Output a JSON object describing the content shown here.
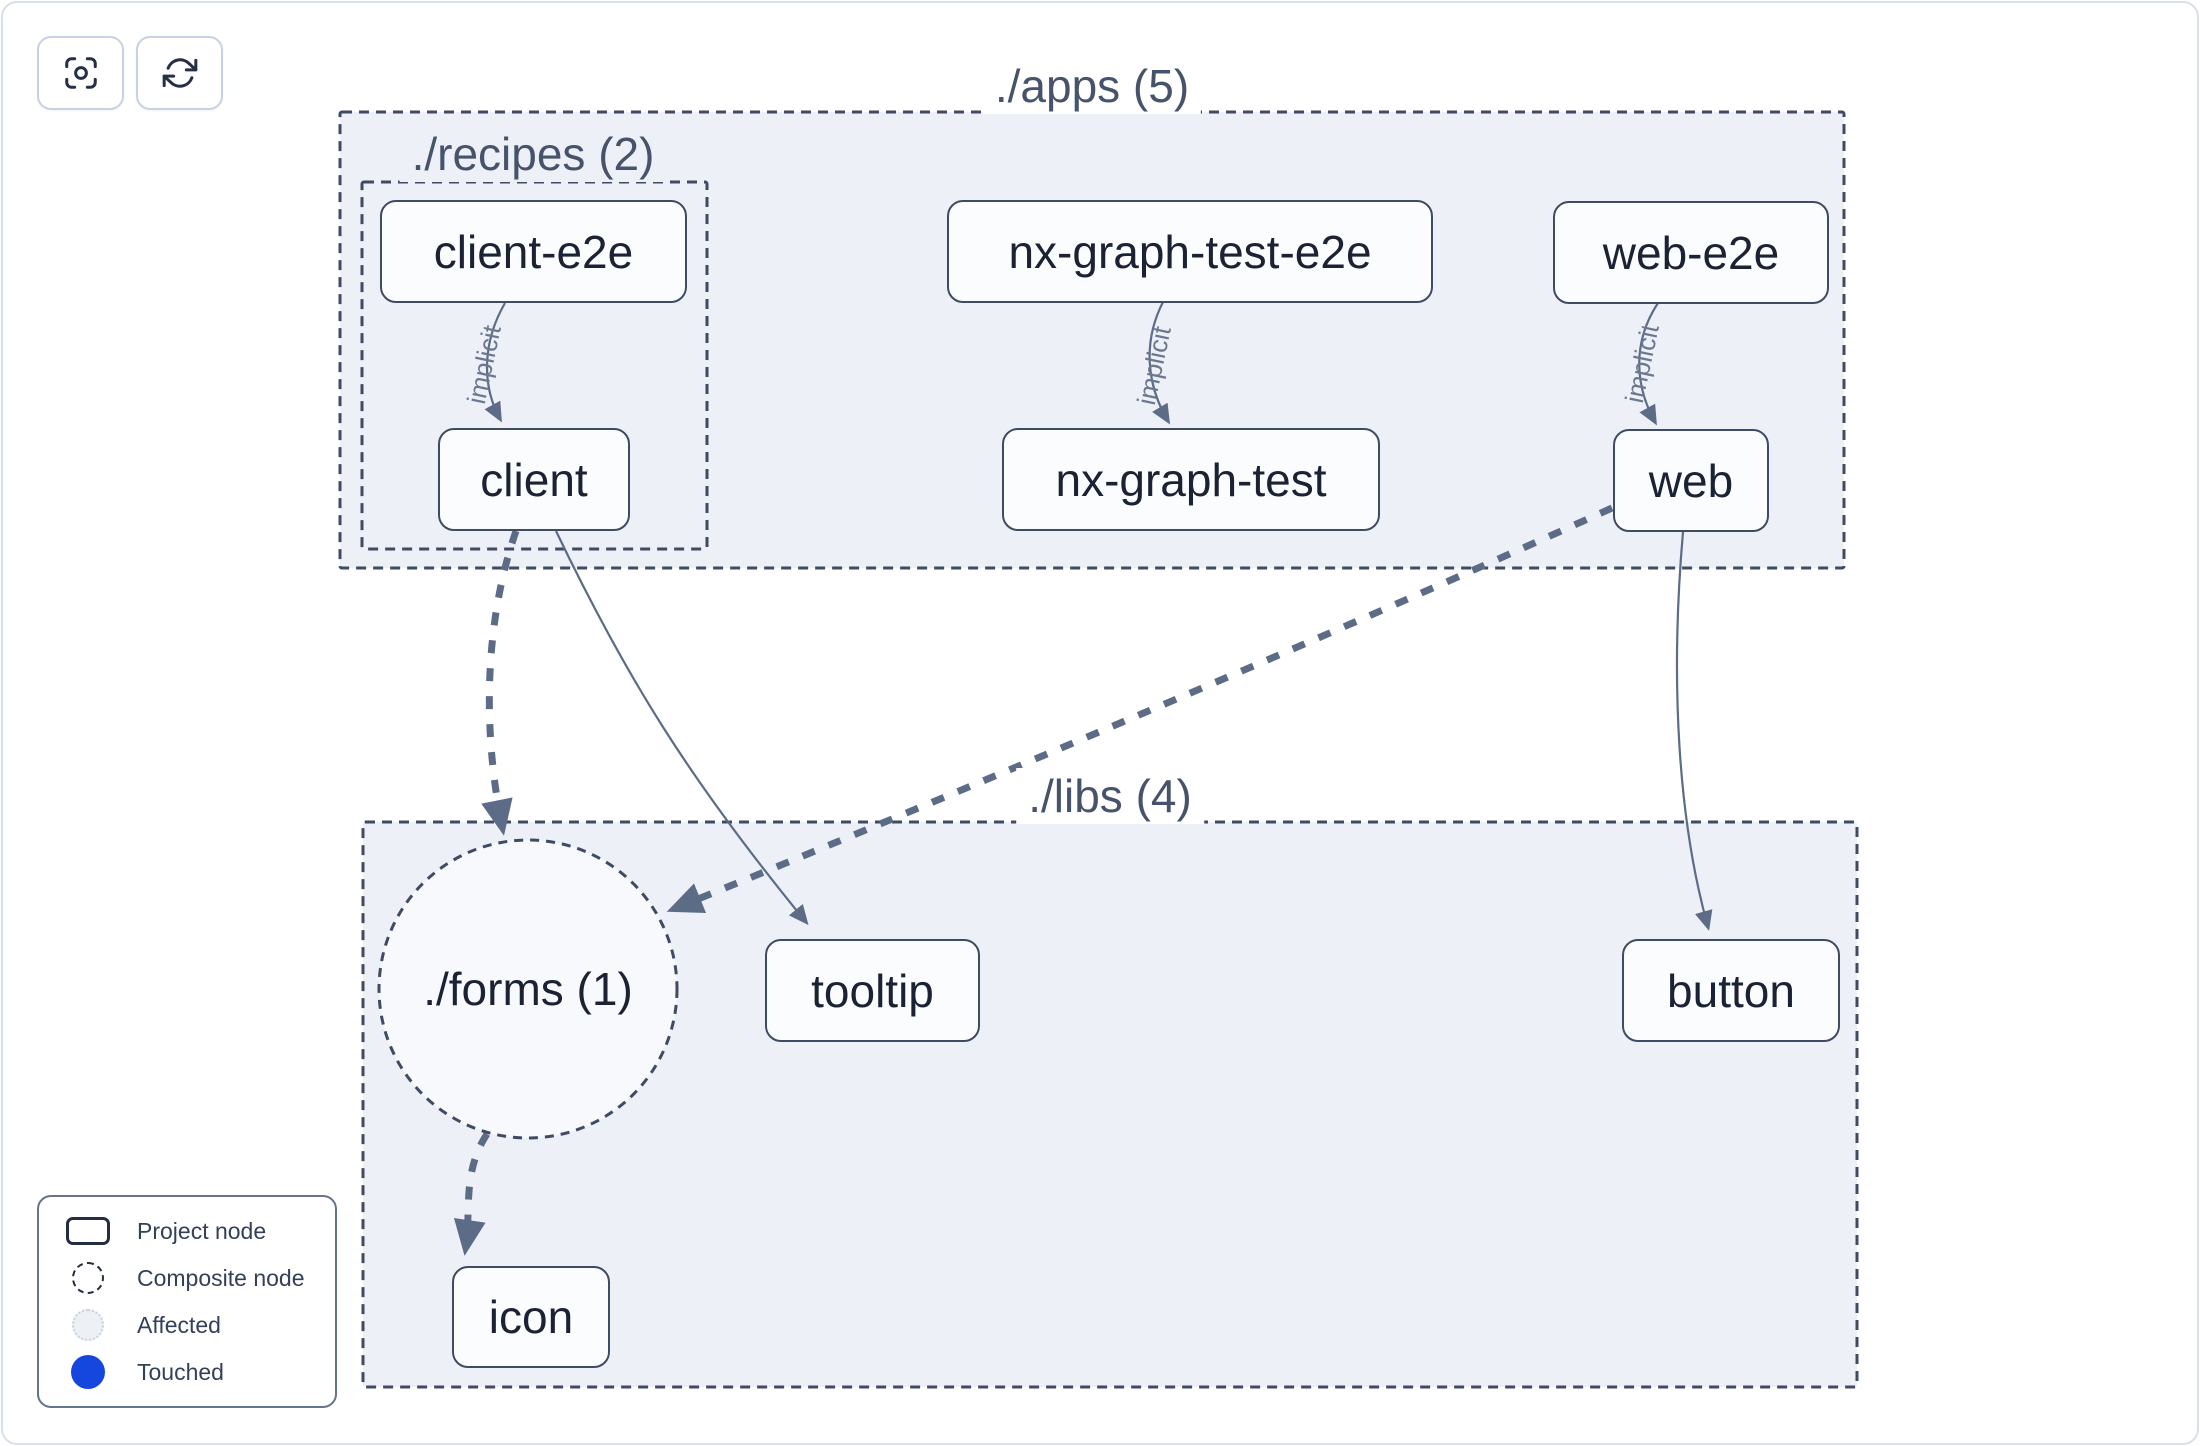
{
  "toolbar": {
    "buttons": [
      {
        "name": "focus-button",
        "icon": "focus-crosshair-icon"
      },
      {
        "name": "refresh-button",
        "icon": "refresh-icon"
      }
    ]
  },
  "graph": {
    "containers": [
      {
        "id": "apps",
        "label": "./apps (5)"
      },
      {
        "id": "recipes",
        "label": "./recipes (2)"
      },
      {
        "id": "libs",
        "label": "./libs (4)"
      }
    ],
    "composite_nodes": [
      {
        "id": "forms",
        "label": "./forms (1)"
      }
    ],
    "project_nodes": [
      {
        "id": "client-e2e",
        "label": "client-e2e"
      },
      {
        "id": "nx-graph-test-e2e",
        "label": "nx-graph-test-e2e"
      },
      {
        "id": "web-e2e",
        "label": "web-e2e"
      },
      {
        "id": "client",
        "label": "client"
      },
      {
        "id": "nx-graph-test",
        "label": "nx-graph-test"
      },
      {
        "id": "web",
        "label": "web"
      },
      {
        "id": "tooltip",
        "label": "tooltip"
      },
      {
        "id": "button",
        "label": "button"
      },
      {
        "id": "icon",
        "label": "icon"
      }
    ],
    "edges": [
      {
        "from": "client-e2e",
        "to": "client",
        "label": "implicit",
        "style": "thin"
      },
      {
        "from": "nx-graph-test-e2e",
        "to": "nx-graph-test",
        "label": "implicit",
        "style": "thin"
      },
      {
        "from": "web-e2e",
        "to": "web",
        "label": "implicit",
        "style": "thin"
      },
      {
        "from": "client",
        "to": "./forms (1)",
        "style": "thick-dashed"
      },
      {
        "from": "web",
        "to": "./forms (1)",
        "style": "thick-dashed"
      },
      {
        "from": "./forms (1)",
        "to": "icon",
        "style": "thick-dashed"
      },
      {
        "from": "client",
        "to": "tooltip",
        "style": "thin"
      },
      {
        "from": "web",
        "to": "button",
        "style": "thin"
      }
    ]
  },
  "legend": {
    "items": [
      {
        "icon": "project-node-icon",
        "label": "Project node"
      },
      {
        "icon": "composite-node-icon",
        "label": "Composite node"
      },
      {
        "icon": "affected-icon",
        "label": "Affected"
      },
      {
        "icon": "touched-icon",
        "label": "Touched"
      }
    ]
  },
  "colors": {
    "container_fill": "#edf1f7",
    "composite_fill": "#f7f9fc",
    "node_fill": "#fbfcfe",
    "border": "#3f4b63",
    "edge": "#5d6c86",
    "text_dark": "#1a2234",
    "label_muted": "#47536b",
    "edge_label": "#6b7890",
    "touched_blue": "#1546dd",
    "affected_fill": "#edf0f5",
    "affected_border": "#c9d1dd",
    "card_border": "#d9dfec"
  }
}
